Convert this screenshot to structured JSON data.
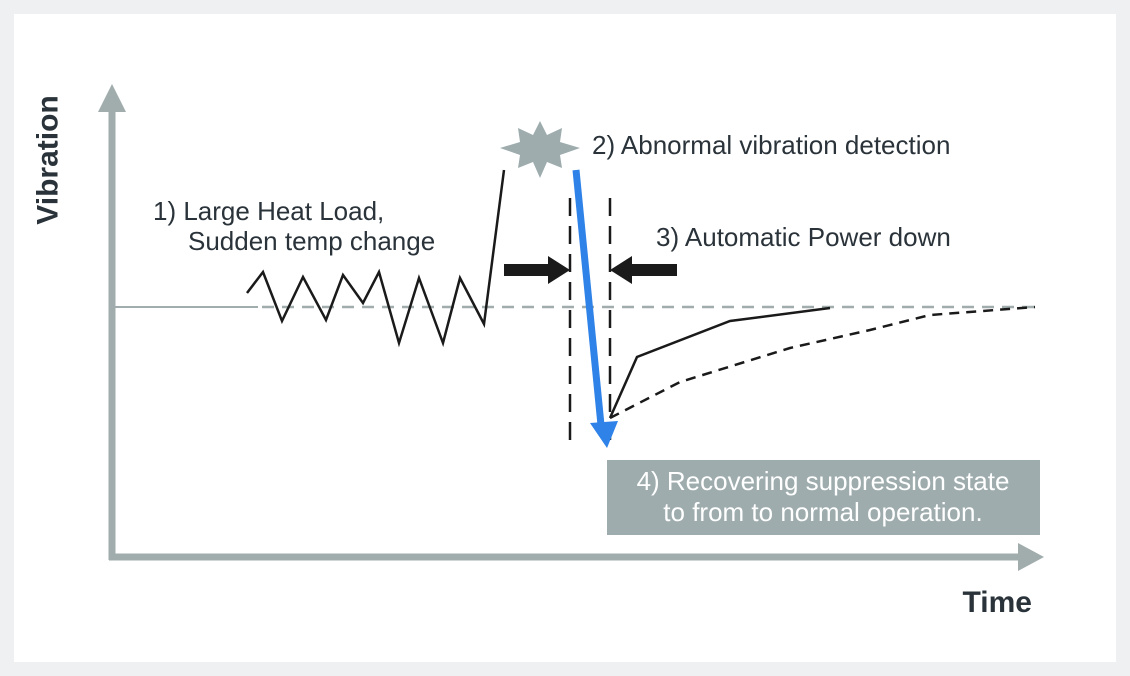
{
  "axes": {
    "y_label": "Vibration",
    "x_label": "Time"
  },
  "annotations": {
    "step1_line1": "1) Large Heat Load,",
    "step1_line2": "Sudden temp change",
    "step2": "2) Abnormal vibration detection",
    "step3": "3) Automatic Power down",
    "step4_line1": "4) Recovering suppression state",
    "step4_line2": "to from to normal operation."
  },
  "colors": {
    "axis": "#a1adad",
    "accent_arrow": "#2e82e8",
    "box": "#9eacae",
    "text": "#2a333a"
  }
}
